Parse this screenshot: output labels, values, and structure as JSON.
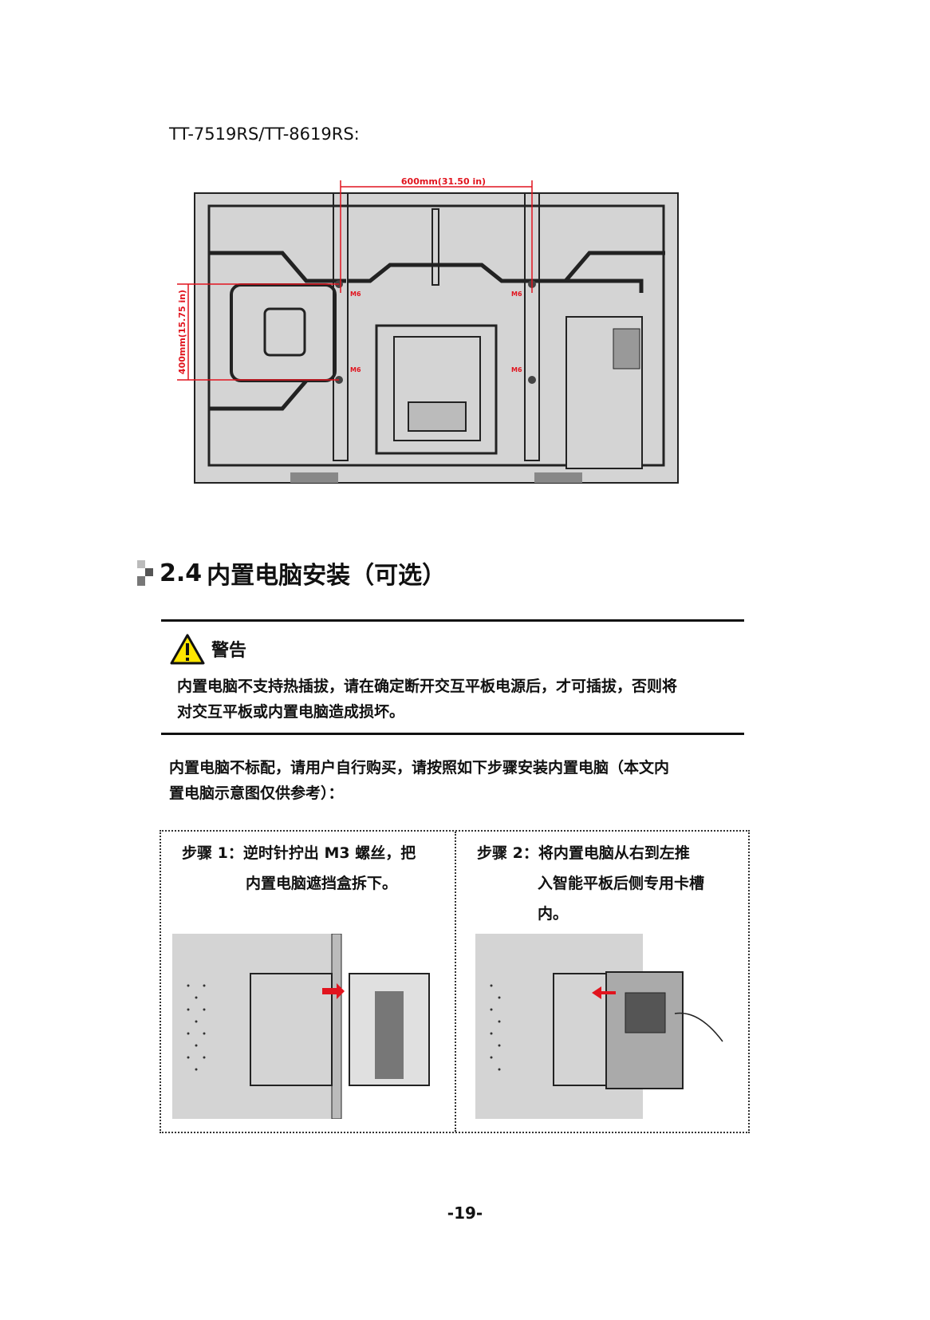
{
  "model_label": "TT-7519RS/TT-8619RS:",
  "diagram": {
    "width_dimension": "600mm(31.50 in)",
    "height_dimension": "400mm(15.75 in)",
    "screw_label": "M6",
    "accent_color": "#e1141e"
  },
  "section": {
    "number": "2.4",
    "title": "内置电脑安装（可选）"
  },
  "warning": {
    "title": "警告",
    "lines": [
      "内置电脑不支持热插拔，请在确定断开交互平板电源后，才可插拔，否则将",
      "对交互平板或内置电脑造成损坏。"
    ]
  },
  "intro": {
    "lines": [
      "内置电脑不标配，请用户自行购买，请按照如下步骤安装内置电脑（本文内",
      "置电脑示意图仅供参考）："
    ]
  },
  "steps": [
    {
      "label": "步骤 1：",
      "lines": [
        "逆时针拧出 M3 螺丝，把",
        "内置电脑遮挡盒拆下。"
      ]
    },
    {
      "label": "步骤 2：",
      "lines": [
        "将内置电脑从右到左推",
        "入智能平板后侧专用卡槽",
        "内。"
      ]
    }
  ],
  "page_number": "-19-"
}
